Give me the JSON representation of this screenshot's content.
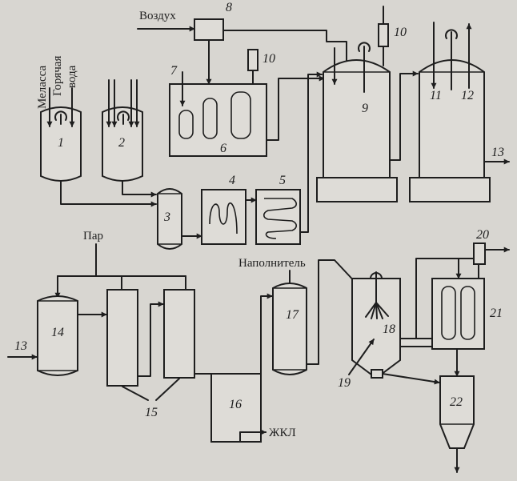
{
  "inputs": {
    "molasses": "Меласса",
    "hot_water_line1": "Горячая",
    "hot_water_line2": "вода",
    "air": "Воздух",
    "steam": "Пар",
    "filler": "Наполнитель",
    "output_liquid": "ЖКЛ"
  },
  "numbers": [
    "1",
    "2",
    "3",
    "4",
    "5",
    "6",
    "7",
    "8",
    "9",
    "10",
    "11",
    "12",
    "13",
    "14",
    "15",
    "16",
    "17",
    "18",
    "19",
    "20",
    "21",
    "22"
  ],
  "colors": {
    "background": "#d8d6d1",
    "ink": "#1e1e1e"
  }
}
